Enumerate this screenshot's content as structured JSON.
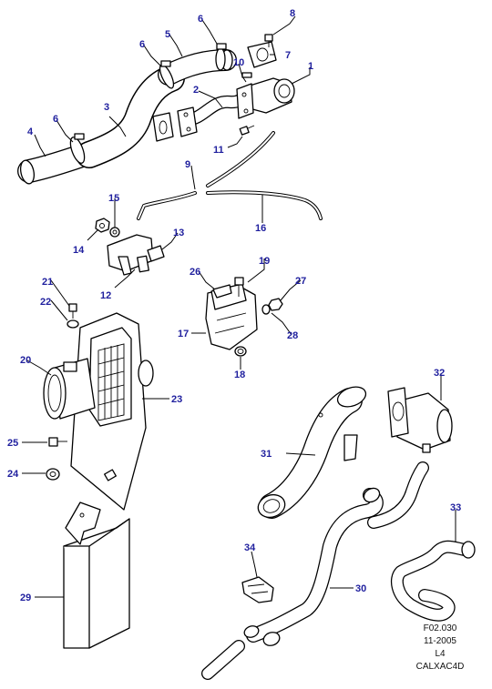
{
  "callouts": [
    {
      "id": "c1",
      "label": "1"
    },
    {
      "id": "c2",
      "label": "2"
    },
    {
      "id": "c3",
      "label": "3"
    },
    {
      "id": "c4",
      "label": "4"
    },
    {
      "id": "c5",
      "label": "5"
    },
    {
      "id": "c6a",
      "label": "6"
    },
    {
      "id": "c6b",
      "label": "6"
    },
    {
      "id": "c6c",
      "label": "6"
    },
    {
      "id": "c7",
      "label": "7"
    },
    {
      "id": "c8",
      "label": "8"
    },
    {
      "id": "c9",
      "label": "9"
    },
    {
      "id": "c10",
      "label": "10"
    },
    {
      "id": "c11",
      "label": "11"
    },
    {
      "id": "c12",
      "label": "12"
    },
    {
      "id": "c13",
      "label": "13"
    },
    {
      "id": "c14",
      "label": "14"
    },
    {
      "id": "c15",
      "label": "15"
    },
    {
      "id": "c16",
      "label": "16"
    },
    {
      "id": "c17",
      "label": "17"
    },
    {
      "id": "c18",
      "label": "18"
    },
    {
      "id": "c19",
      "label": "19"
    },
    {
      "id": "c20",
      "label": "20"
    },
    {
      "id": "c21",
      "label": "21"
    },
    {
      "id": "c22",
      "label": "22"
    },
    {
      "id": "c23",
      "label": "23"
    },
    {
      "id": "c24",
      "label": "24"
    },
    {
      "id": "c25",
      "label": "25"
    },
    {
      "id": "c26",
      "label": "26"
    },
    {
      "id": "c27",
      "label": "27"
    },
    {
      "id": "c28",
      "label": "28"
    },
    {
      "id": "c29",
      "label": "29"
    },
    {
      "id": "c30",
      "label": "30"
    },
    {
      "id": "c31",
      "label": "31"
    },
    {
      "id": "c32",
      "label": "32"
    },
    {
      "id": "c33",
      "label": "33"
    },
    {
      "id": "c34",
      "label": "34"
    }
  ],
  "footer": {
    "figure_code": "F02.030",
    "date": "11-2005",
    "revision": "L4",
    "catalog_code": "CALXAC4D"
  },
  "colors": {
    "callout_text": "#1f1f9e",
    "line": "#000000",
    "background": "#ffffff"
  }
}
